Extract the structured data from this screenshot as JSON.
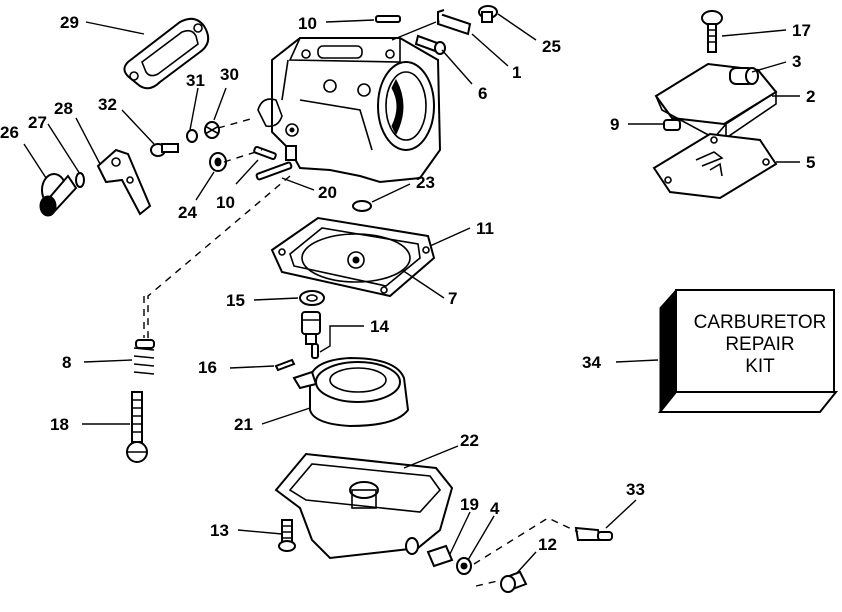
{
  "callouts": {
    "c29": "29",
    "c10a": "10",
    "c25": "25",
    "c1": "1",
    "c6": "6",
    "c17": "17",
    "c3": "3",
    "c2": "2",
    "c9": "9",
    "c5": "5",
    "c31": "31",
    "c30": "30",
    "c32": "32",
    "c28": "28",
    "c27": "27",
    "c26": "26",
    "c24": "24",
    "c10b": "10",
    "c20": "20",
    "c23": "23",
    "c11": "11",
    "c7": "7",
    "c15": "15",
    "c14": "14",
    "c8": "8",
    "c16": "16",
    "c34": "34",
    "c21": "21",
    "c18": "18",
    "c22": "22",
    "c33": "33",
    "c13": "13",
    "c19": "19",
    "c4": "4",
    "c12": "12"
  },
  "kit_box": {
    "line1": "CARBURETOR",
    "line2": "REPAIR",
    "line3": "KIT"
  }
}
